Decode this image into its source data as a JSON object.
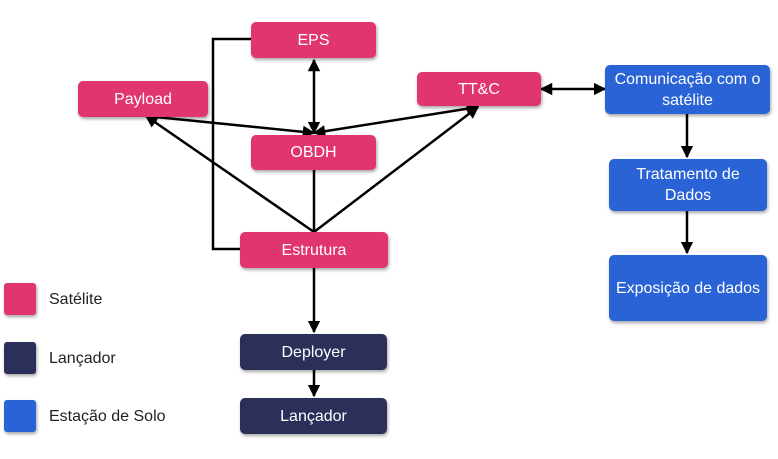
{
  "colors": {
    "satelite": "#e1356e",
    "lancador": "#2b2f59",
    "estacao": "#2a63d6",
    "arrow": "#000000"
  },
  "nodes": {
    "eps": "EPS",
    "payload": "Payload",
    "ttc": "TT&C",
    "obdh": "OBDH",
    "estrutura": "Estrutura",
    "deployer": "Deployer",
    "lancador": "Lançador",
    "comunicacao": "Comunicação com o satélite",
    "tratamento": "Tratamento de Dados",
    "exposicao": "Exposição de dados"
  },
  "legend": [
    {
      "label": "Satélite",
      "color": "#e1356e"
    },
    {
      "label": "Lançador",
      "color": "#2b2f59"
    },
    {
      "label": "Estação de Solo",
      "color": "#2a63d6"
    }
  ]
}
